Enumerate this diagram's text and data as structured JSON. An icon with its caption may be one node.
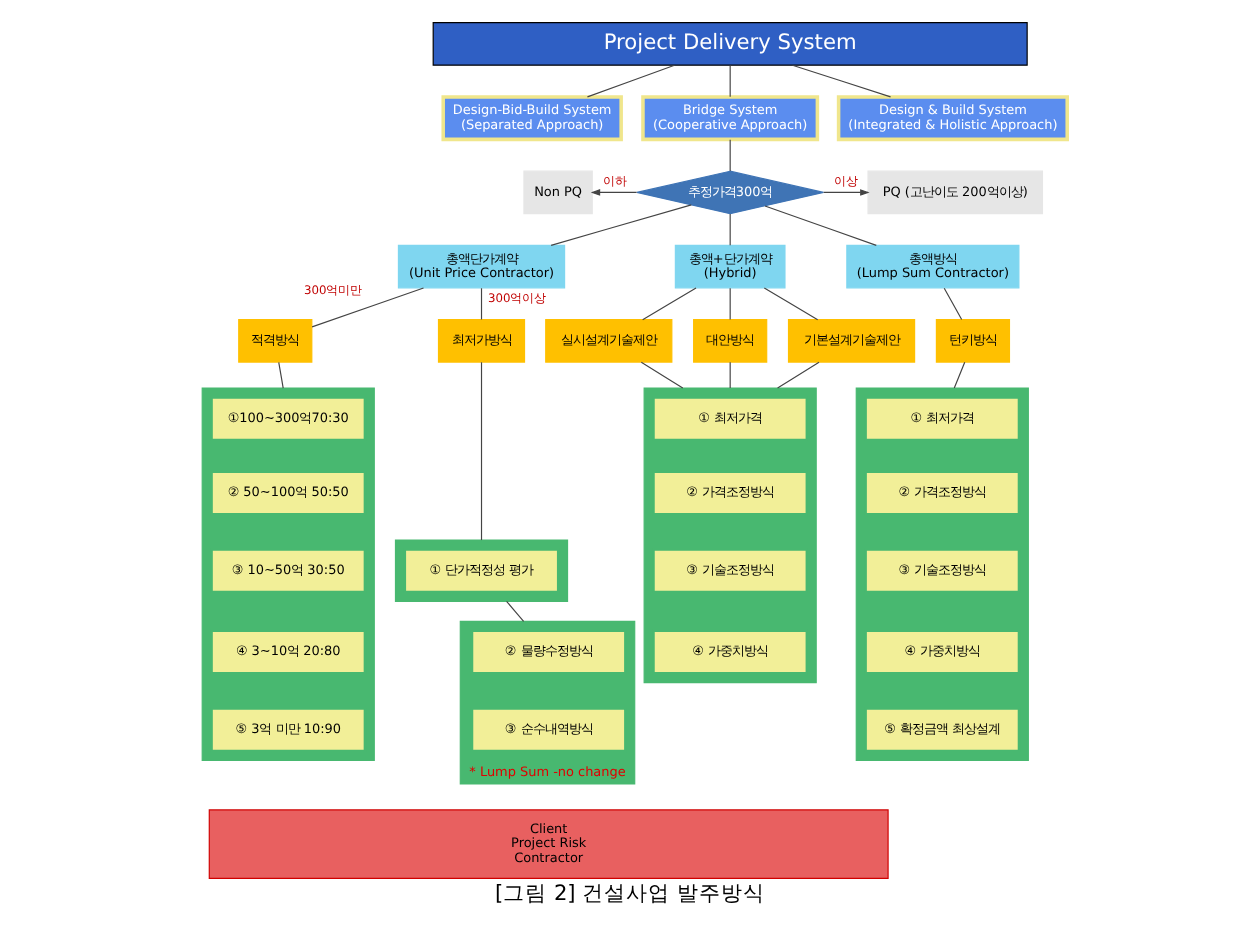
{
  "diagram": {
    "caption": "[그림 2] 건설사업 발주방식",
    "nodes": [
      {
        "text": [
          "Project Delivery System"
        ]
      },
      {
        "text": [
          "Design-Bid-Build System",
          "(Separated Approach)"
        ]
      },
      {
        "text": [
          "Bridge System",
          "(Cooperative Approach)"
        ]
      },
      {
        "text": [
          "Design & Build System",
          "(Integrated & Holistic Approach)"
        ]
      },
      {
        "text": [
          "Non PQ"
        ]
      },
      {
        "text": [
          "추정가격300억"
        ]
      },
      {
        "text": [
          "PQ (고난이도 200억이상)"
        ]
      },
      {
        "text": [
          "총액단가계약",
          "(Unit Price Contractor)"
        ]
      },
      {
        "text": [
          "총액+단가계약",
          "(Hybrid)"
        ]
      },
      {
        "text": [
          "총액방식",
          "(Lump Sum Contractor)"
        ]
      },
      {
        "text": [
          "적격방식"
        ]
      },
      {
        "text": [
          "최저가방식"
        ]
      },
      {
        "text": [
          "실시설계기술제안"
        ]
      },
      {
        "text": [
          "대안방식"
        ]
      },
      {
        "text": [
          "기본설계기술제안"
        ]
      },
      {
        "text": [
          "턴키방식"
        ]
      },
      {
        "text": [],
        "shape": "box"
      },
      {
        "text": [
          "①100~300억70:30"
        ],
        "in": 16
      },
      {
        "text": [
          "② 50~100억 50:50"
        ],
        "in": 16
      },
      {
        "text": [
          "③ 10~50억 30:50"
        ],
        "in": 16
      },
      {
        "text": [
          "④ 3~10억 20:80"
        ],
        "in": 16
      },
      {
        "text": [
          "⑤ 3억 미만 10:90"
        ],
        "in": 16
      },
      {
        "text": [],
        "shape": "box"
      },
      {
        "text": [
          "① 단가적정성 평가"
        ],
        "in": 22
      },
      {
        "text": [
          "* Lump Sum -no change"
        ]
      },
      {
        "text": [
          "② 물량수정방식"
        ],
        "in": 24
      },
      {
        "text": [
          "③ 순수내역방식"
        ],
        "in": 24
      },
      {
        "text": [],
        "shape": "box"
      },
      {
        "text": [
          "① 최저가격"
        ],
        "in": 27
      },
      {
        "text": [
          "② 가격조정방식"
        ],
        "in": 27
      },
      {
        "text": [
          "③ 기술조정방식"
        ],
        "in": 27
      },
      {
        "text": [
          "④ 가중치방식"
        ],
        "in": 27
      },
      {
        "text": [],
        "shape": "box"
      },
      {
        "text": [
          "① 최저가격"
        ],
        "in": 32
      },
      {
        "text": [
          "② 가격조정방식"
        ],
        "in": 32
      },
      {
        "text": [
          "③ 기술조정방식"
        ],
        "in": 32
      },
      {
        "text": [
          "④ 가중치방식"
        ],
        "in": 32
      },
      {
        "text": [
          "⑤ 확정금액 최상설계"
        ],
        "in": 32
      },
      {
        "text": [
          "Client",
          "Project Risk",
          "Contractor"
        ]
      }
    ],
    "edges": [
      {
        "from": 0,
        "to": 1,
        "arrow": "none"
      },
      {
        "from": 0,
        "to": 2,
        "arrow": "none"
      },
      {
        "from": 0,
        "to": 3,
        "arrow": "none"
      },
      {
        "from": 2,
        "to": 5,
        "arrow": "none"
      },
      {
        "from": 5,
        "to": 4,
        "arrow": "to",
        "label": "이하"
      },
      {
        "from": 5,
        "to": 6,
        "arrow": "to",
        "label": "이상"
      },
      {
        "from": 5,
        "to": 7,
        "arrow": "none"
      },
      {
        "from": 5,
        "to": 8,
        "arrow": "none"
      },
      {
        "from": 5,
        "to": 9,
        "arrow": "none"
      },
      {
        "from": 7,
        "to": 10,
        "arrow": "none",
        "label": "300억미만"
      },
      {
        "from": 7,
        "to": 11,
        "arrow": "none",
        "label": "300억이상"
      },
      {
        "from": 8,
        "to": 12,
        "arrow": "none"
      },
      {
        "from": 8,
        "to": 13,
        "arrow": "none"
      },
      {
        "from": 8,
        "to": 14,
        "arrow": "none"
      },
      {
        "from": 9,
        "to": 15,
        "arrow": "none"
      },
      {
        "from": 10,
        "to": 16,
        "arrow": "none"
      },
      {
        "from": 11,
        "to": 22,
        "arrow": "none"
      },
      {
        "from": 22,
        "to": 24,
        "arrow": "none"
      },
      {
        "from": 12,
        "to": 27,
        "arrow": "none"
      },
      {
        "from": 13,
        "to": 27,
        "arrow": "none"
      },
      {
        "from": 14,
        "to": 27,
        "arrow": "none"
      },
      {
        "from": 15,
        "to": 32,
        "arrow": "none"
      }
    ]
  }
}
